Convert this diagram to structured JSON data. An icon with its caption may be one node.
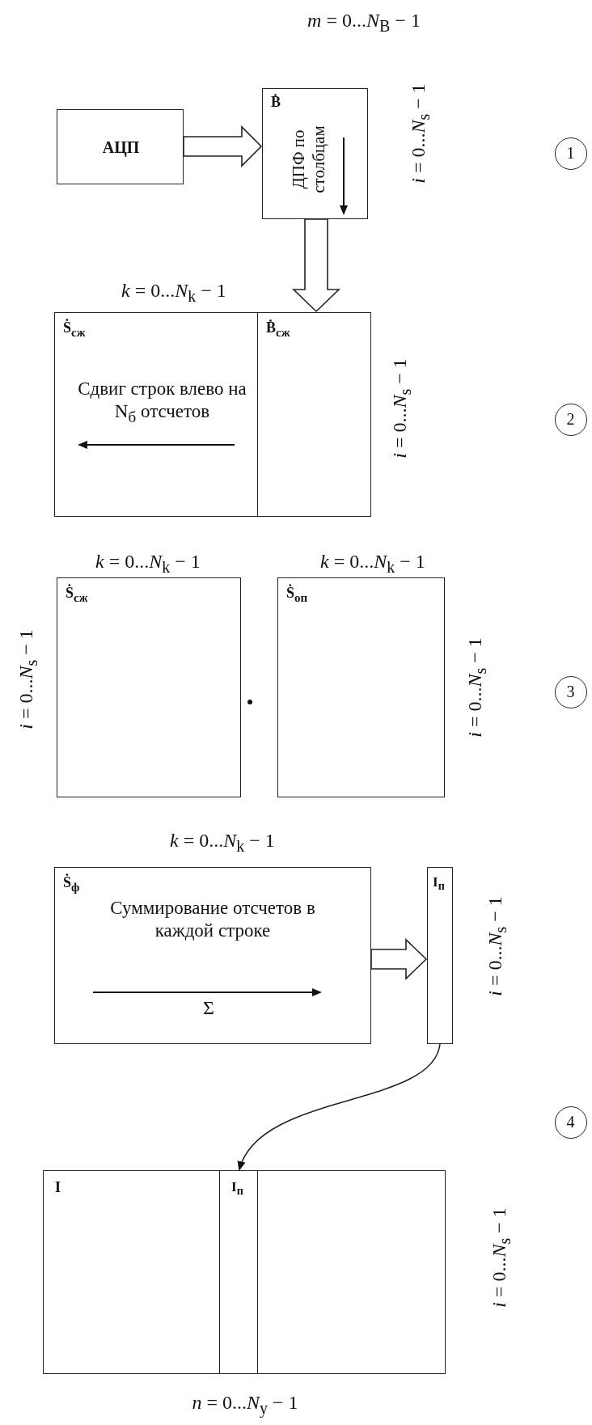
{
  "diagram": {
    "nodes": [
      {
        "text": [
          "АЦП"
        ]
      },
      {
        "text": [
          "Ḃ",
          "ДПФ по столбцам"
        ],
        "beside": [
          "*m* = 0...*N*$_{B}$ − 1",
          "*i* = 0...*N*$_{s}$ − 1"
        ]
      },
      {
        "text": [
          "Ṡ$_{сж}$",
          "Сдвиг строк влево на N$_{б}$ отсчетов"
        ],
        "beside": [
          "*k* = 0...*N*$_{k}$ − 1"
        ]
      },
      {
        "text": [
          "Ḃ$_{сж}$"
        ],
        "beside": [
          "*i* = 0...*N*$_{s}$ − 1"
        ]
      },
      {
        "text": [
          "Ṡ$_{сж}$"
        ],
        "beside": [
          "*k* = 0...*N*$_{k}$ − 1",
          "*i* = 0...*N*$_{s}$ − 1"
        ]
      },
      {
        "text": [
          "Ṡ$_{оп}$"
        ],
        "beside": [
          "*k* = 0...*N*$_{k}$ − 1",
          "*i* = 0...*N*$_{s}$ − 1"
        ]
      },
      {
        "text": [
          "Ṡ$_{ф}$",
          "Суммирование отсчетов в каждой строке",
          "Σ"
        ],
        "beside": [
          "*k* = 0...*N*$_{k}$ − 1"
        ]
      },
      {
        "text": [
          "I$_{п}$"
        ],
        "beside": [
          "*i* = 0...*N*$_{s}$ − 1"
        ]
      },
      {
        "text": [
          "I"
        ],
        "beside": [
          "*n* = 0...*N*$_{y}$ − 1",
          "*i* = 0...*N*$_{s}$ − 1"
        ]
      },
      {
        "text": [
          "I$_{п}$"
        ],
        "in": 8
      },
      {
        "text": [
          "1"
        ]
      },
      {
        "text": [
          "2"
        ]
      },
      {
        "text": [
          "3"
        ]
      },
      {
        "text": [
          "4"
        ]
      }
    ],
    "edges": [
      {
        "from": 0,
        "to": 1,
        "arrow": "to"
      },
      {
        "from": 1,
        "to": 3,
        "arrow": "to"
      },
      {
        "from": 6,
        "to": 7,
        "arrow": "to"
      },
      {
        "from": 7,
        "to": 9,
        "arrow": "to"
      }
    ],
    "labels": [
      "•"
    ]
  }
}
